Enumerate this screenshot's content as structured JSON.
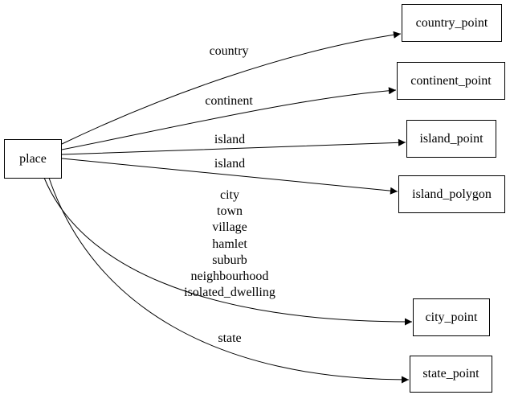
{
  "diagram": {
    "type": "directed-graph",
    "background_color": "#ffffff",
    "line_color": "#000000",
    "node_fill_color": "#ffffff",
    "node_border_color": "#000000",
    "nodes": [
      {
        "id": "place",
        "label": "place"
      },
      {
        "id": "country_point",
        "label": "country_point"
      },
      {
        "id": "continent_point",
        "label": "continent_point"
      },
      {
        "id": "island_point",
        "label": "island_point"
      },
      {
        "id": "island_polygon",
        "label": "island_polygon"
      },
      {
        "id": "city_point",
        "label": "city_point"
      },
      {
        "id": "state_point",
        "label": "state_point"
      }
    ],
    "edges": [
      {
        "from": "place",
        "to": "country_point",
        "label": "country"
      },
      {
        "from": "place",
        "to": "continent_point",
        "label": "continent"
      },
      {
        "from": "place",
        "to": "island_point",
        "label": "island"
      },
      {
        "from": "place",
        "to": "island_polygon",
        "label": "island"
      },
      {
        "from": "place",
        "to": "city_point",
        "label_lines": [
          "city",
          "town",
          "village",
          "hamlet",
          "suburb",
          "neighbourhood",
          "isolated_dwelling"
        ]
      },
      {
        "from": "place",
        "to": "state_point",
        "label": "state"
      }
    ]
  }
}
